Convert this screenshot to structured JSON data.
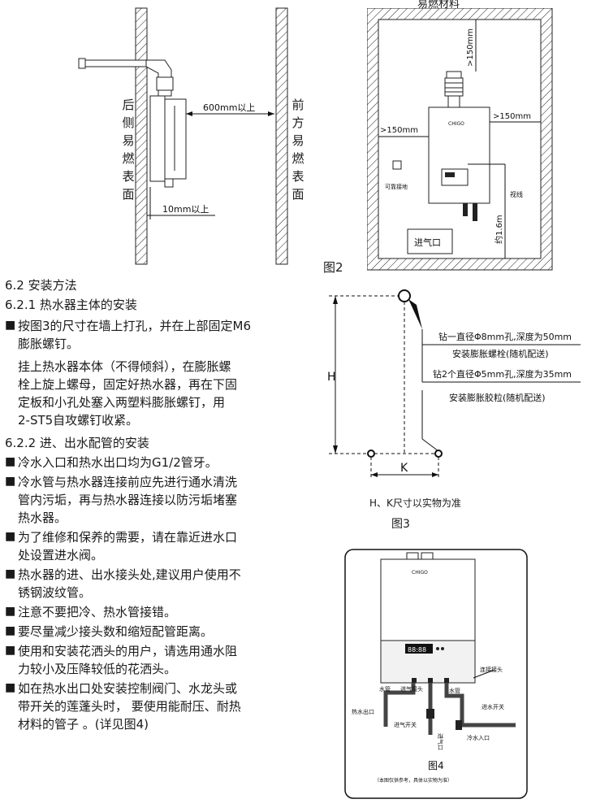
{
  "fig1": {
    "top_label": "易燃材料",
    "dim_600": "600mm以上",
    "dim_10": "10mm以上",
    "rear_label": [
      "后",
      "侧",
      "易",
      "燃",
      "表",
      "面"
    ],
    "front_label": [
      "前",
      "方",
      "易",
      "燃",
      "表",
      "面"
    ]
  },
  "fig2": {
    "dim_top": ">150mm",
    "dim_right": ">150mm",
    "dim_left": ">150mm",
    "ground_label": "可靠接地",
    "sight_label": "视线",
    "height_label": "约1.6m",
    "inlet_label": "进气口",
    "caption": "图2",
    "brand": "CHIGO"
  },
  "section": {
    "h1": "6.2 安装方法",
    "h2": "6.2.1 热水器主体的安装",
    "p1_line1": "按图3的尺寸在墙上打孔，并在上部固定M6",
    "p1_line2": "膨胀螺钉。",
    "p2_line1": "挂上热水器本体（不得倾斜），在膨胀螺",
    "p2_line2": "栓上旋上螺母，固定好热水器，再在下固",
    "p2_line3": "定板和小孔处塞入两塑料膨胀螺钉，用",
    "p2_line4": "2-ST5自攻螺钉收紧。",
    "h3": "6.2.2 进、出水配管的安装",
    "b1": "冷水入口和热水出口均为G1/2管牙。",
    "b2_line1": "冷水管与热水器连接前应先进行通水清洗",
    "b2_line2": "管内污垢，再与热水器连接以防污垢堵塞",
    "b2_line3": "热水器。",
    "b3_line1": "为了维修和保养的需要，请在靠近进水口",
    "b3_line2": "处设置进水阀。",
    "b4_line1": "热水器的进、出水接头处,建议用户使用不",
    "b4_line2": "锈钢波纹管。",
    "b5": "注意不要把冷、热水管接错。",
    "b6": "要尽量减少接头数和缩短配管距离。",
    "b7_line1": "使用和安装花洒头的用户，请选用通水阻",
    "b7_line2": "力较小及压降较低的花洒头。",
    "b8_line1": "如在热水出口处安装控制阀门、水龙头或",
    "b8_line2": "带开关的莲蓬头时， 要使用能耐压、耐热",
    "b8_line3": "材料的管子 。(详见图4)"
  },
  "fig3": {
    "note1_line1": "钻一直径Φ8mm孔,深度为50mm",
    "note1_line2": "安装膨胀螺栓(随机配送)",
    "note2_line1": "钻2个直径Φ5mm孔,深度为35mm",
    "note2_line2": "安装膨胀胶粒(随机配送)",
    "h_label": "H",
    "k_label": "K",
    "footnote": "H、K尺寸以实物为准",
    "caption": "图3"
  },
  "fig4": {
    "brand": "CHIGO",
    "display": "88:88",
    "l_connector": "连接接头",
    "l_water_pipe_left": "水管",
    "l_gas_connector": "进气接头",
    "l_water_pipe_right": "水管",
    "l_inlet_switch": "进水开关",
    "l_hot_outlet": "热水出口",
    "l_gas_switch": "进气开关",
    "l_gas_inlet": "进气口",
    "l_cold_inlet": "冷水入口",
    "caption": "图4",
    "note": "（本图仅供参考，具体以实物为准）"
  }
}
